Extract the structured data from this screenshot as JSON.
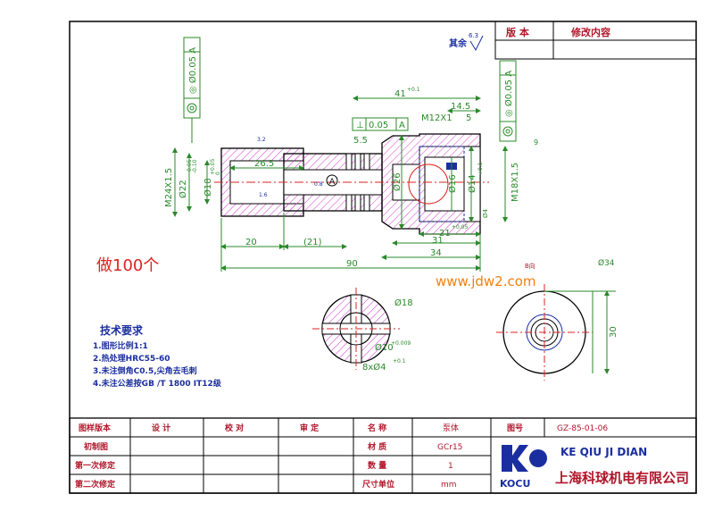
{
  "revision": {
    "header_version": "版  本",
    "header_content": "修改内容",
    "roughness_prefix": "其余",
    "roughness_value": "6.3"
  },
  "drawing": {
    "note_quantity": "做100个",
    "watermark": "www.jdw2.com",
    "tolerance_left": "◎ Ø0.05 A",
    "tolerance_right": "◎ Ø0.05 A",
    "perp_symbol": "⊥",
    "perp_value": "0.05",
    "perp_datum": "A",
    "datum_label": "A",
    "dim_41": "41",
    "dim_41_tol": "+0.1",
    "dim_14_5": "14.5",
    "dim_m12": "M12X1",
    "dim_5": "5",
    "dim_5_5": "5.5",
    "dim_26_5": "26.5",
    "dim_m24": "M24X1.5",
    "dim_phi22": "Ø22",
    "dim_phi22_tol_top": "-0.05",
    "dim_phi22_tol_bot": "-0.10",
    "dim_phi18": "Ø18",
    "dim_phi18_tol_top": "+0.05",
    "dim_phi18_tol_bot": "0",
    "dim_phi26": "Ø26",
    "dim_phi16": "Ø16",
    "dim_phi14": "Ø14",
    "dim_phi14_tol": "+0.1",
    "dim_m18": "M18X1.5",
    "dim_phi4": "Ø4",
    "dim_21": "21",
    "dim_21_tol": "+0.05",
    "dim_31": "31",
    "dim_34": "34",
    "dim_20": "20",
    "dim_21p": "(21)",
    "dim_90": "90",
    "dim_9": "9",
    "dim_phi18b": "Ø18",
    "dim_phi10": "Ø10",
    "dim_phi10_tol": "+0.009",
    "dim_slot": "8xØ4",
    "dim_slot_tol": "+0.1",
    "view_b": "B向",
    "dim_phi34": "Ø34",
    "dim_30": "30",
    "rough_32": "3.2",
    "rough_16": "1.6",
    "rough_08": "0.8"
  },
  "requirements": {
    "title": "技术要求",
    "items": [
      "1.图形比例1:1",
      "2.热处理HRC55-60",
      "3.未注倒角C0.5,尖角去毛刺",
      "4.未注公差按GB /T 1800 IT12级"
    ]
  },
  "title_block": {
    "graph_version": "图样版本",
    "design": "设  计",
    "check": "校  对",
    "approve": "审  定",
    "initial": "初制图",
    "first_rev": "第一次修定",
    "second_rev": "第二次修定",
    "name_label": "名  称",
    "name_value": "泵体",
    "material_label": "材  质",
    "material_value": "GCr15",
    "qty_label": "数  量",
    "qty_value": "1",
    "unit_label": "尺寸单位",
    "unit_value": "mm",
    "drawing_no_label": "图号",
    "drawing_no_value": "GZ-85-01-06",
    "company_en": "KE QIU JI DIAN",
    "company_cn": "上海科球机电有限公司",
    "logo_text": "KOCU"
  }
}
